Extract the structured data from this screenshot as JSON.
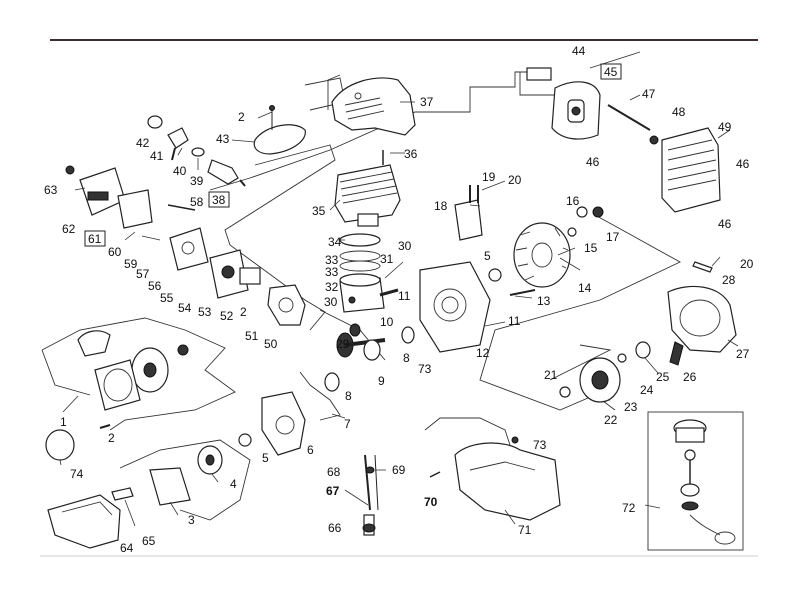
{
  "callouts": [
    {
      "id": "c2a",
      "text": "2"
    },
    {
      "id": "c37",
      "text": "37"
    },
    {
      "id": "c42",
      "text": "42"
    },
    {
      "id": "c43",
      "text": "43"
    },
    {
      "id": "c41",
      "text": "41"
    },
    {
      "id": "c40",
      "text": "40"
    },
    {
      "id": "c39",
      "text": "39"
    },
    {
      "id": "c36",
      "text": "36"
    },
    {
      "id": "c63",
      "text": "63"
    },
    {
      "id": "c38",
      "text": "38"
    },
    {
      "id": "c58",
      "text": "58"
    },
    {
      "id": "c35",
      "text": "35"
    },
    {
      "id": "c62",
      "text": "62"
    },
    {
      "id": "c61",
      "text": "61"
    },
    {
      "id": "c60",
      "text": "60"
    },
    {
      "id": "c59",
      "text": "59"
    },
    {
      "id": "c34",
      "text": "34"
    },
    {
      "id": "c33a",
      "text": "33"
    },
    {
      "id": "c33b",
      "text": "33"
    },
    {
      "id": "c32",
      "text": "32"
    },
    {
      "id": "c31",
      "text": "31"
    },
    {
      "id": "c30a",
      "text": "30"
    },
    {
      "id": "c30b",
      "text": "30"
    },
    {
      "id": "c57",
      "text": "57"
    },
    {
      "id": "c56",
      "text": "56"
    },
    {
      "id": "c55",
      "text": "55"
    },
    {
      "id": "c54",
      "text": "54"
    },
    {
      "id": "c53",
      "text": "53"
    },
    {
      "id": "c52",
      "text": "52"
    },
    {
      "id": "c2b",
      "text": "2"
    },
    {
      "id": "c51",
      "text": "51"
    },
    {
      "id": "c50",
      "text": "50"
    },
    {
      "id": "c29",
      "text": "29"
    },
    {
      "id": "c10",
      "text": "10"
    },
    {
      "id": "c8a",
      "text": "8"
    },
    {
      "id": "c9",
      "text": "9"
    },
    {
      "id": "c8b",
      "text": "8"
    },
    {
      "id": "c44",
      "text": "44"
    },
    {
      "id": "c45",
      "text": "45"
    },
    {
      "id": "c47",
      "text": "47"
    },
    {
      "id": "c48",
      "text": "48"
    },
    {
      "id": "c49",
      "text": "49"
    },
    {
      "id": "c46a",
      "text": "46"
    },
    {
      "id": "c46b",
      "text": "46"
    },
    {
      "id": "c46c",
      "text": "46"
    },
    {
      "id": "c19",
      "text": "19"
    },
    {
      "id": "c20a",
      "text": "20"
    },
    {
      "id": "c18",
      "text": "18"
    },
    {
      "id": "c16",
      "text": "16"
    },
    {
      "id": "c15",
      "text": "15"
    },
    {
      "id": "c17",
      "text": "17"
    },
    {
      "id": "c5a",
      "text": "5"
    },
    {
      "id": "c11a",
      "text": "11"
    },
    {
      "id": "c13",
      "text": "13"
    },
    {
      "id": "c14",
      "text": "14"
    },
    {
      "id": "c11b",
      "text": "11"
    },
    {
      "id": "c12",
      "text": "12"
    },
    {
      "id": "c73a",
      "text": "73"
    },
    {
      "id": "c28",
      "text": "28"
    },
    {
      "id": "c20b",
      "text": "20"
    },
    {
      "id": "c27",
      "text": "27"
    },
    {
      "id": "c25",
      "text": "25"
    },
    {
      "id": "c26",
      "text": "26"
    },
    {
      "id": "c24",
      "text": "24"
    },
    {
      "id": "c21",
      "text": "21"
    },
    {
      "id": "c22",
      "text": "22"
    },
    {
      "id": "c23",
      "text": "23"
    },
    {
      "id": "c1",
      "text": "1"
    },
    {
      "id": "c2c",
      "text": "2"
    },
    {
      "id": "c74",
      "text": "74"
    },
    {
      "id": "c6",
      "text": "6"
    },
    {
      "id": "c7",
      "text": "7"
    },
    {
      "id": "c5b",
      "text": "5"
    },
    {
      "id": "c4",
      "text": "4"
    },
    {
      "id": "c3",
      "text": "3"
    },
    {
      "id": "c65",
      "text": "65"
    },
    {
      "id": "c64",
      "text": "64"
    },
    {
      "id": "c68",
      "text": "68"
    },
    {
      "id": "c69",
      "text": "69"
    },
    {
      "id": "c67",
      "text": "67"
    },
    {
      "id": "c70",
      "text": "70"
    },
    {
      "id": "c66",
      "text": "66"
    },
    {
      "id": "c71",
      "text": "71"
    },
    {
      "id": "c73b",
      "text": "73"
    },
    {
      "id": "c72",
      "text": "72"
    }
  ]
}
